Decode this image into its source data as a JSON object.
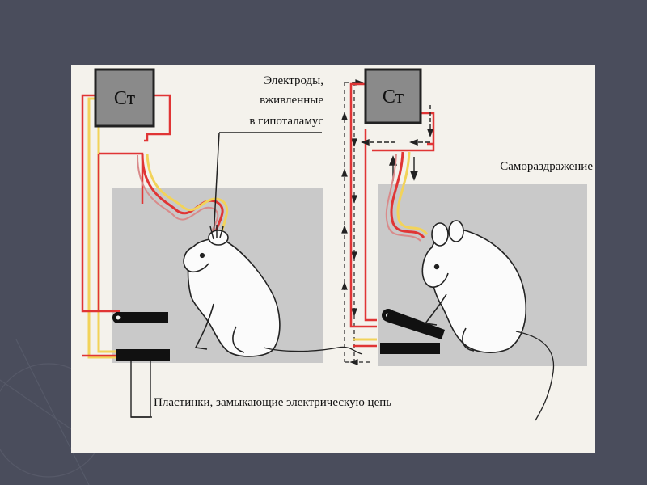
{
  "colors": {
    "slide_background": "#4a4d5c",
    "panel": "#f4f2ec",
    "arena": "#c9c9c9",
    "stimulator": "#8a8a8a",
    "wire_red": "#e03535",
    "wire_yellow": "#f2d35a"
  },
  "left_scene": {
    "stimulator_label": "Ст",
    "electrodes_caption": [
      "Электроды,",
      "вживленные",
      "в гипоталамус"
    ]
  },
  "right_scene": {
    "stimulator_label": "Ст",
    "self_stimulation_caption": "Самораздражение"
  },
  "plates_caption": "Пластинки, замыкающие электрическую цепь"
}
